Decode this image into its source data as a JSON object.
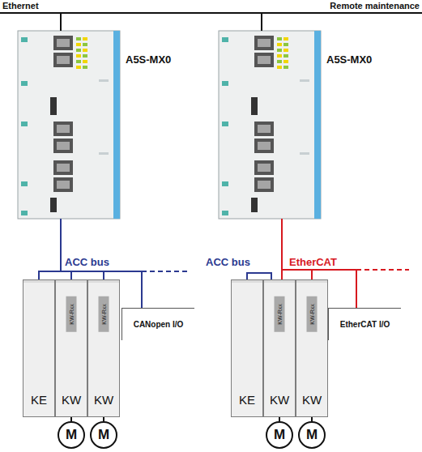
{
  "diagram": {
    "nodes": [
      {
        "text": [
          "A5S-MX0"
        ]
      },
      {
        "text": [
          "A5S-MX0"
        ]
      },
      {
        "text": [
          "KE"
        ]
      },
      {
        "text": [
          "KW"
        ]
      },
      {
        "text": [
          "KW"
        ]
      },
      {
        "text": [
          "CANopen I/O"
        ]
      },
      {
        "text": [
          "KE"
        ]
      },
      {
        "text": [
          "KW"
        ]
      },
      {
        "text": [
          "KW"
        ]
      },
      {
        "text": [
          "EtherCAT I/O"
        ]
      },
      {
        "text": [
          "M"
        ]
      },
      {
        "text": [
          "M"
        ]
      },
      {
        "text": [
          "M"
        ]
      },
      {
        "text": [
          "M"
        ]
      }
    ],
    "edges": [
      {
        "from": 0,
        "to": 1,
        "arrow": "none"
      },
      {
        "from": 0,
        "to": 2,
        "arrow": "none"
      },
      {
        "from": 0,
        "to": 3,
        "arrow": "none"
      },
      {
        "from": 0,
        "to": 4,
        "arrow": "none"
      },
      {
        "from": 0,
        "to": 5,
        "arrow": "none"
      },
      {
        "from": 6,
        "to": 7,
        "arrow": "none"
      },
      {
        "from": 1,
        "to": 7,
        "arrow": "none"
      },
      {
        "from": 1,
        "to": 8,
        "arrow": "none"
      },
      {
        "from": 1,
        "to": 9,
        "arrow": "none"
      },
      {
        "from": 3,
        "to": 10,
        "arrow": "none"
      },
      {
        "from": 4,
        "to": 11,
        "arrow": "none"
      },
      {
        "from": 7,
        "to": 12,
        "arrow": "none"
      },
      {
        "from": 8,
        "to": 13,
        "arrow": "none"
      }
    ],
    "labels": [
      "Ethernet",
      "Remote maintenance",
      "ACC bus",
      "ACC bus",
      "EtherCAT",
      "KW-Rxx",
      "KW-Rxx",
      "KW-Rxx",
      "KW-Rxx"
    ]
  }
}
